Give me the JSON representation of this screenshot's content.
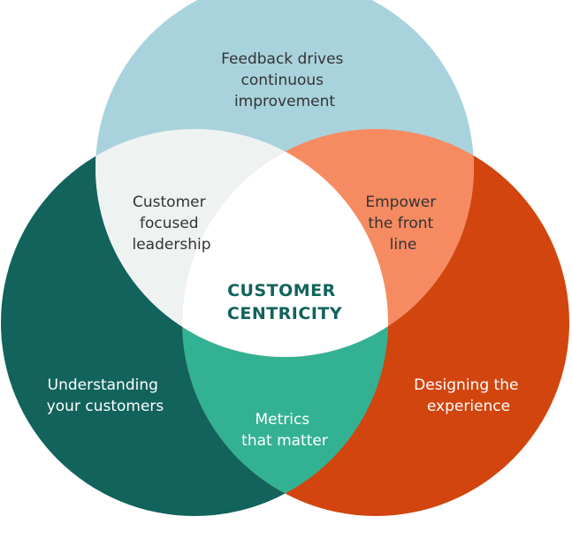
{
  "diagram": {
    "center": [
      "CUSTOMER",
      "CENTRICITY"
    ],
    "circles": {
      "top": {
        "label": [
          "Feedback drives",
          "continuous",
          "improvement"
        ],
        "color": "#a9d3dc"
      },
      "left": {
        "label": [
          "Understanding",
          "your customers"
        ],
        "color": "#11635c"
      },
      "right": {
        "label": [
          "Designing the",
          "experience"
        ],
        "color": "#d2450f"
      }
    },
    "overlaps": {
      "top_left": {
        "label": [
          "Customer",
          "focused",
          "leadership"
        ],
        "color": "#eef3f2"
      },
      "top_right": {
        "label": [
          "Empower",
          "the front",
          "line"
        ],
        "color": "#f68b62"
      },
      "left_right": {
        "label": [
          "Metrics",
          "that matter"
        ],
        "color": "#33b293"
      }
    },
    "center_fill": "#ffffff",
    "center_text_color": "#11635c",
    "dark_text_color": "#333333",
    "light_text_color": "#ffffff"
  }
}
